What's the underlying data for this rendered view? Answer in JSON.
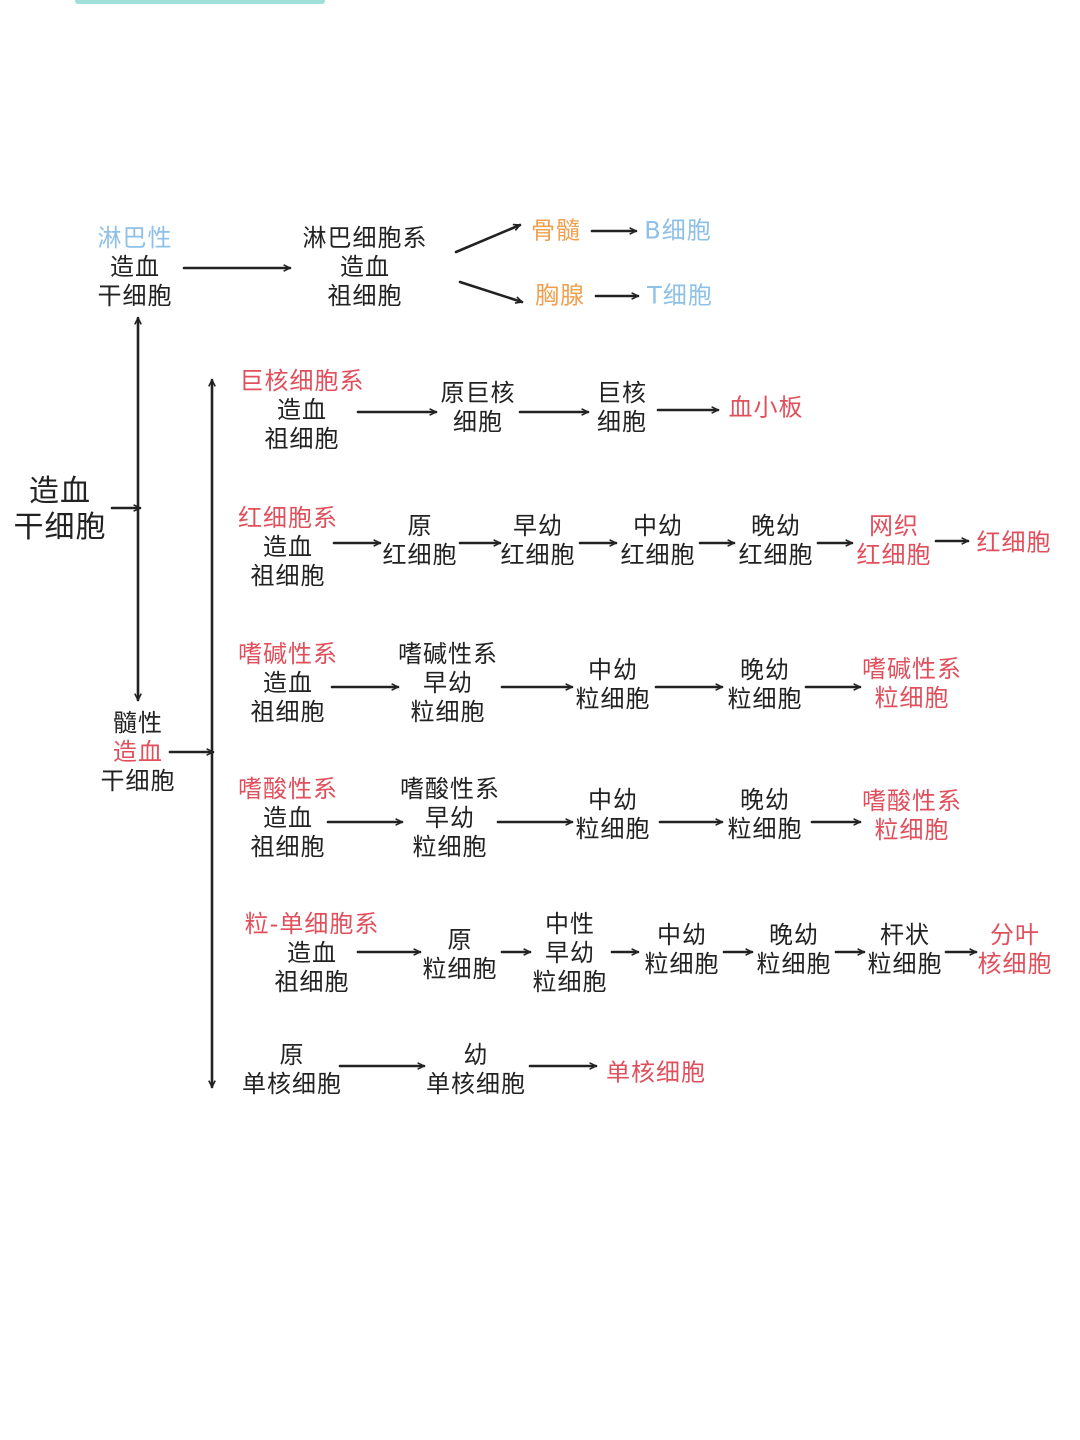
{
  "colors": {
    "ink": "#222222",
    "red": "#e0505c",
    "blue": "#8ec0e8",
    "orange": "#f0a050",
    "strip": "#9fe0d8"
  },
  "nodes": {
    "root": [
      "造血",
      "干细胞"
    ],
    "lymphoid_stem": [
      "淋巴性",
      "造血",
      "干细胞"
    ],
    "lymphoid_progenitor": [
      "淋巴细胞系",
      "造血",
      "祖细胞"
    ],
    "bone_marrow": "骨髓",
    "thymus": "胸腺",
    "b_cell": "B细胞",
    "t_cell": "T细胞",
    "myeloid_stem": [
      "髓性",
      "造血",
      "干细胞"
    ],
    "mega_progenitor": [
      "巨核细胞系",
      "造血",
      "祖细胞"
    ],
    "promegakaryocyte": [
      "原巨核",
      "细胞"
    ],
    "megakaryocyte": [
      "巨核",
      "细胞"
    ],
    "platelet": "血小板",
    "ery_progenitor": [
      "红细胞系",
      "造血",
      "祖细胞"
    ],
    "pro_erythroblast": [
      "原",
      "红细胞"
    ],
    "early_erythroblast": [
      "早幼",
      "红细胞"
    ],
    "mid_erythroblast": [
      "中幼",
      "红细胞"
    ],
    "late_erythroblast": [
      "晚幼",
      "红细胞"
    ],
    "reticulocyte": [
      "网织",
      "红细胞"
    ],
    "erythrocyte": "红细胞",
    "baso_progenitor": [
      "嗜碱性系",
      "造血",
      "祖细胞"
    ],
    "baso_promyelocyte": [
      "嗜碱性系",
      "早幼",
      "粒细胞"
    ],
    "baso_myelocyte": [
      "中幼",
      "粒细胞"
    ],
    "baso_metamyelocyte": [
      "晚幼",
      "粒细胞"
    ],
    "basophil": [
      "嗜碱性系",
      "粒细胞"
    ],
    "eos_progenitor": [
      "嗜酸性系",
      "造血",
      "祖细胞"
    ],
    "eos_promyelocyte": [
      "嗜酸性系",
      "早幼",
      "粒细胞"
    ],
    "eos_myelocyte": [
      "中幼",
      "粒细胞"
    ],
    "eos_metamyelocyte": [
      "晚幼",
      "粒细胞"
    ],
    "eosinophil": [
      "嗜酸性系",
      "粒细胞"
    ],
    "gm_progenitor": [
      "粒-单细胞系",
      "造血",
      "祖细胞"
    ],
    "myeloblast": [
      "原",
      "粒细胞"
    ],
    "neut_promyelocyte": [
      "中性",
      "早幼",
      "粒细胞"
    ],
    "neut_myelocyte": [
      "中幼",
      "粒细胞"
    ],
    "neut_metamyelocyte": [
      "晚幼",
      "粒细胞"
    ],
    "band": [
      "杆状",
      "粒细胞"
    ],
    "segmented": [
      "分叶",
      "核细胞"
    ],
    "monoblast": [
      "原",
      "单核细胞"
    ],
    "promonocyte": [
      "幼",
      "单核细胞"
    ],
    "monocyte": "单核细胞"
  }
}
